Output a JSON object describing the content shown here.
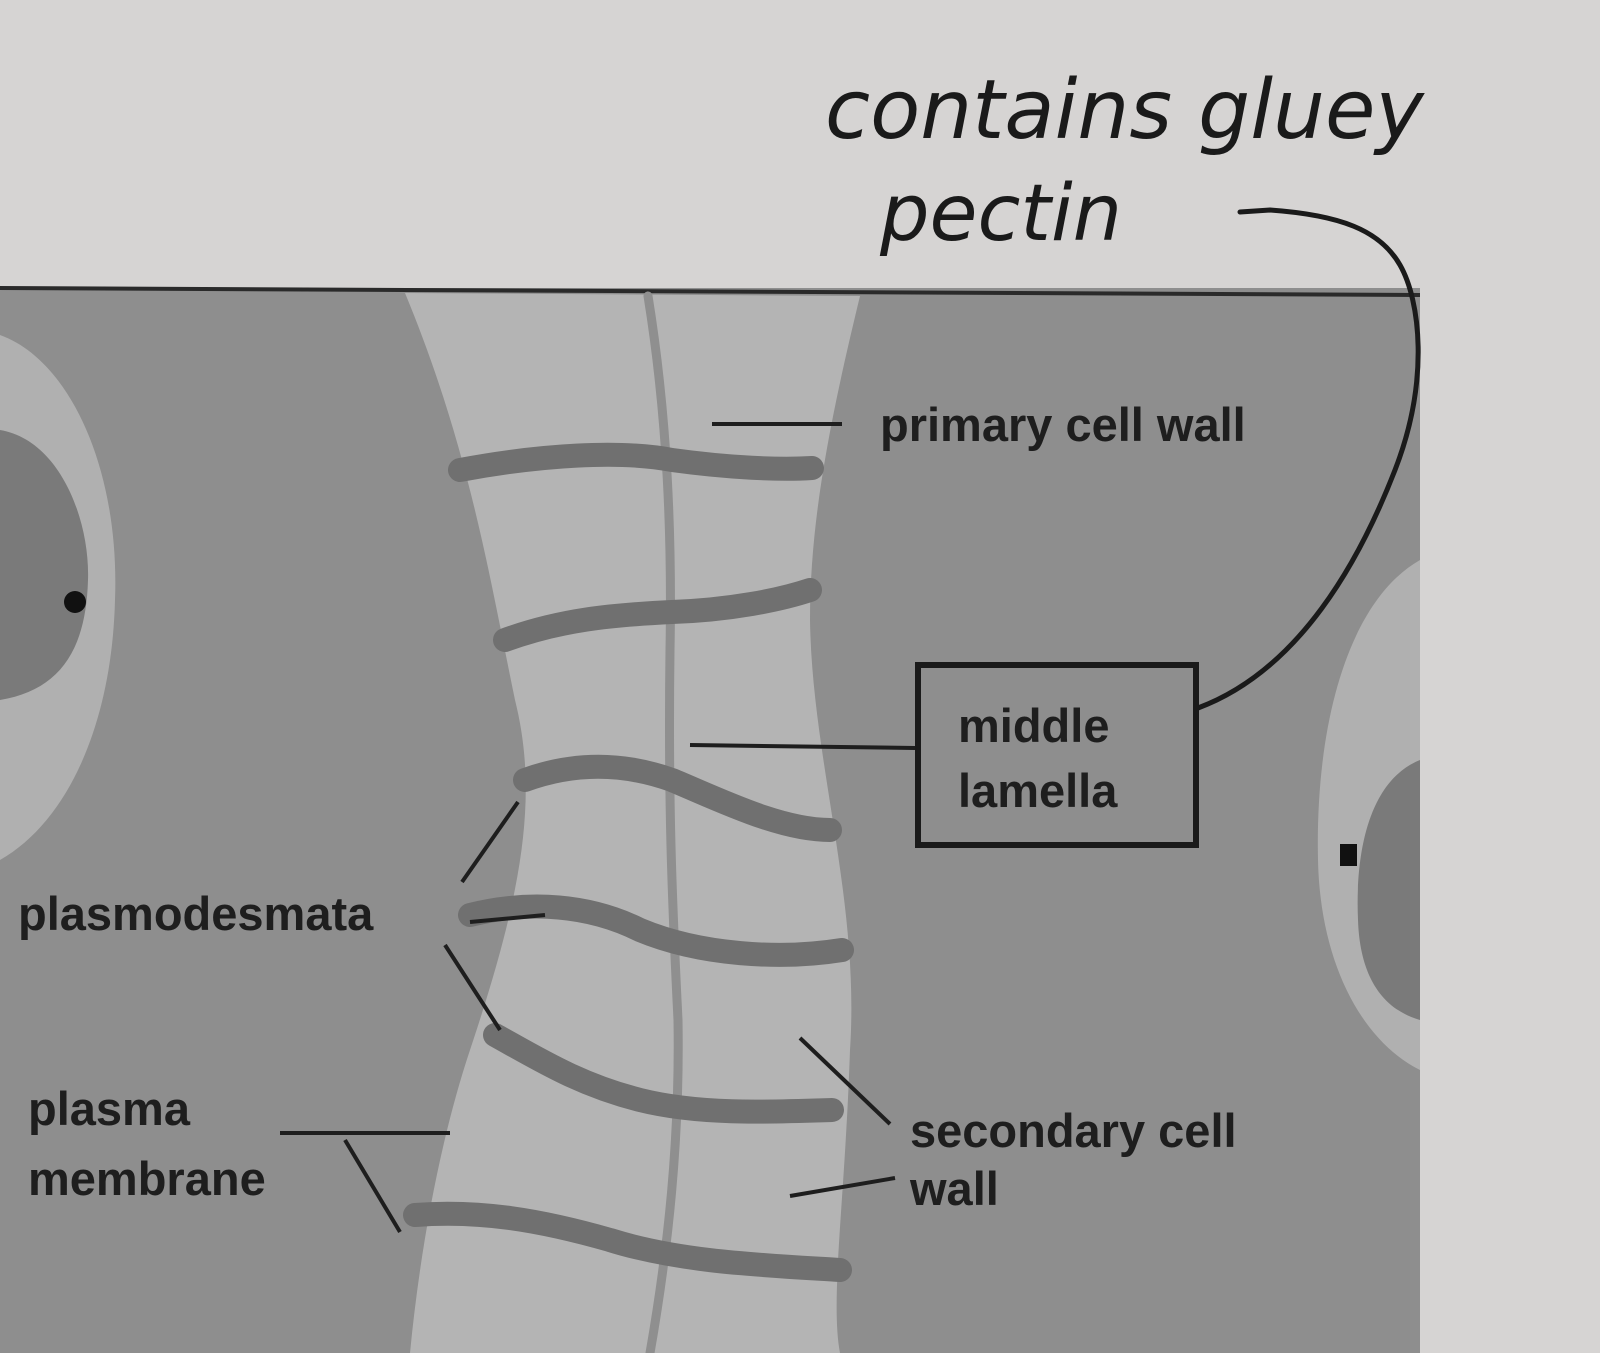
{
  "colors": {
    "paper": "#d6d4d3",
    "diagram_fill": "#8e8e8e",
    "wall_region": "#b4b4b4",
    "lamella": "#707070",
    "vacuole": "#b0b0b0",
    "nucleus": "#7a7a7a",
    "ink": "#1e1e1e"
  },
  "labels": {
    "primary_cell_wall": "primary cell wall",
    "middle_lamella_line1": "middle",
    "middle_lamella_line2": "lamella",
    "plasmodesmata": "plasmodesmata",
    "plasma_membrane_line1": "plasma",
    "plasma_membrane_line2": "membrane",
    "secondary_cell_wall_line1": "secondary cell",
    "secondary_cell_wall_line2": "wall"
  },
  "handwritten_note": {
    "line1": "contains gluey",
    "line2": "pectin"
  },
  "icons": [
    "nucleus-left-icon",
    "nucleus-right-icon",
    "cell-wall-diagram"
  ]
}
